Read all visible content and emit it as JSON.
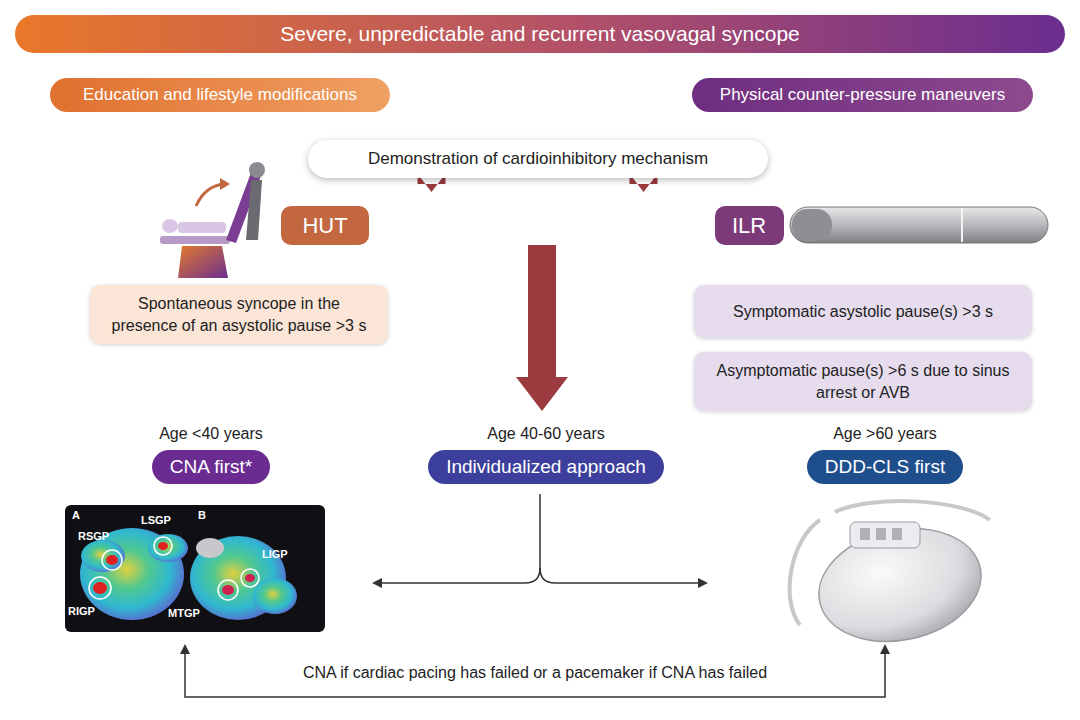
{
  "diagram": {
    "nodes": [
      {
        "text": [
          "Severe, unpredictable and recurrent vasovagal syncope"
        ]
      },
      {
        "text": [
          "Education and lifestyle modifications"
        ]
      },
      {
        "text": [
          "Physical counter-pressure maneuvers"
        ]
      },
      {
        "text": [
          "Demonstration of cardioinhibitory mechanism"
        ]
      },
      {
        "text": [
          "HUT"
        ]
      },
      {
        "text": [
          "ILR"
        ]
      },
      {
        "text": [
          "Spontaneous syncope in the presence of an asystolic pause >3 s"
        ]
      },
      {
        "text": [
          "Symptomatic asystolic pause(s) >3 s"
        ]
      },
      {
        "text": [
          "Asymptomatic pause(s) >6 s due to sinus arrest or AVB"
        ]
      },
      {
        "text": [
          "Age <40 years",
          "CNA first*"
        ]
      },
      {
        "text": [
          "Age 40-60 years",
          "Individualized approach"
        ]
      },
      {
        "text": [
          "Age >60 years",
          "DDD-CLS first"
        ]
      }
    ],
    "edges": [
      {
        "from": 3,
        "to": 4,
        "arrow": "to"
      },
      {
        "from": 3,
        "to": 5,
        "arrow": "to"
      },
      {
        "from": 3,
        "to": 10,
        "arrow": "to"
      }
    ],
    "labels": [
      "A",
      "B",
      "RSGP",
      "LSGP",
      "RIGP",
      "MTGP",
      "LIGP",
      "CNA if cardiac pacing has failed or a pacemaker if CNA has failed"
    ]
  }
}
